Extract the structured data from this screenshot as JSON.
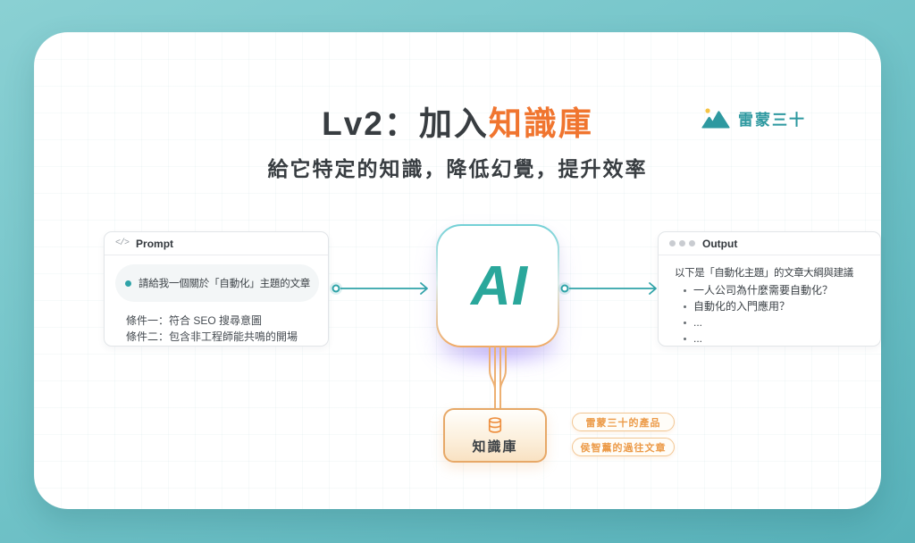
{
  "header": {
    "title_prefix": "Lv2：加入",
    "title_highlight": "知識庫",
    "subtitle": "給它特定的知識，降低幻覺，提升效率"
  },
  "brand": {
    "name": "雷蒙三十"
  },
  "prompt_card": {
    "label": "Prompt",
    "icon_glyph": "</>",
    "message": "請給我一個關於「自動化」主題的文章",
    "conditions": [
      "條件一：符合 SEO 搜尋意圖",
      "條件二：包含非工程師能共鳴的開場"
    ]
  },
  "ai": {
    "label": "AI"
  },
  "output_card": {
    "label": "Output",
    "intro": "以下是「自動化主題」的文章大綱與建議",
    "bullets": [
      "一人公司為什麼需要自動化？",
      "自動化的入門應用？",
      "...",
      "..."
    ]
  },
  "knowledge": {
    "label": "知識庫",
    "sources": [
      "雷蒙三十的產品",
      "侯智薰的過往文章"
    ]
  },
  "colors": {
    "accent_teal": "#2fa3a8",
    "accent_orange": "#f0752f",
    "pill_orange": "#ec9a47",
    "background_top": "#8ad0d3",
    "background_bottom": "#58b2ba",
    "text_dark": "#383d41"
  }
}
